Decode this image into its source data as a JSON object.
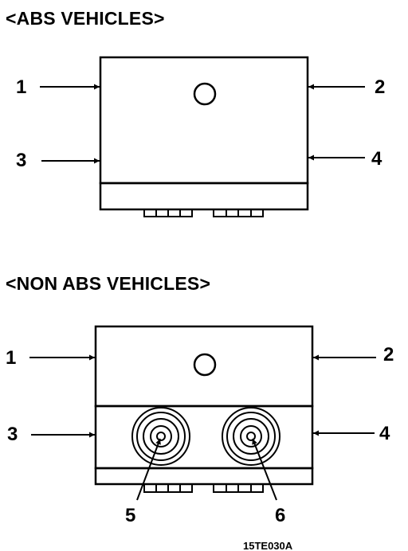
{
  "headings": {
    "abs": "<ABS VEHICLES>",
    "non_abs": "<NON ABS VEHICLES>"
  },
  "abs_labels": {
    "p1": "1",
    "p2": "2",
    "p3": "3",
    "p4": "4"
  },
  "non_abs_labels": {
    "p1": "1",
    "p2": "2",
    "p3": "3",
    "p4": "4",
    "p5": "5",
    "p6": "6"
  },
  "figure_code": "15TE030A"
}
